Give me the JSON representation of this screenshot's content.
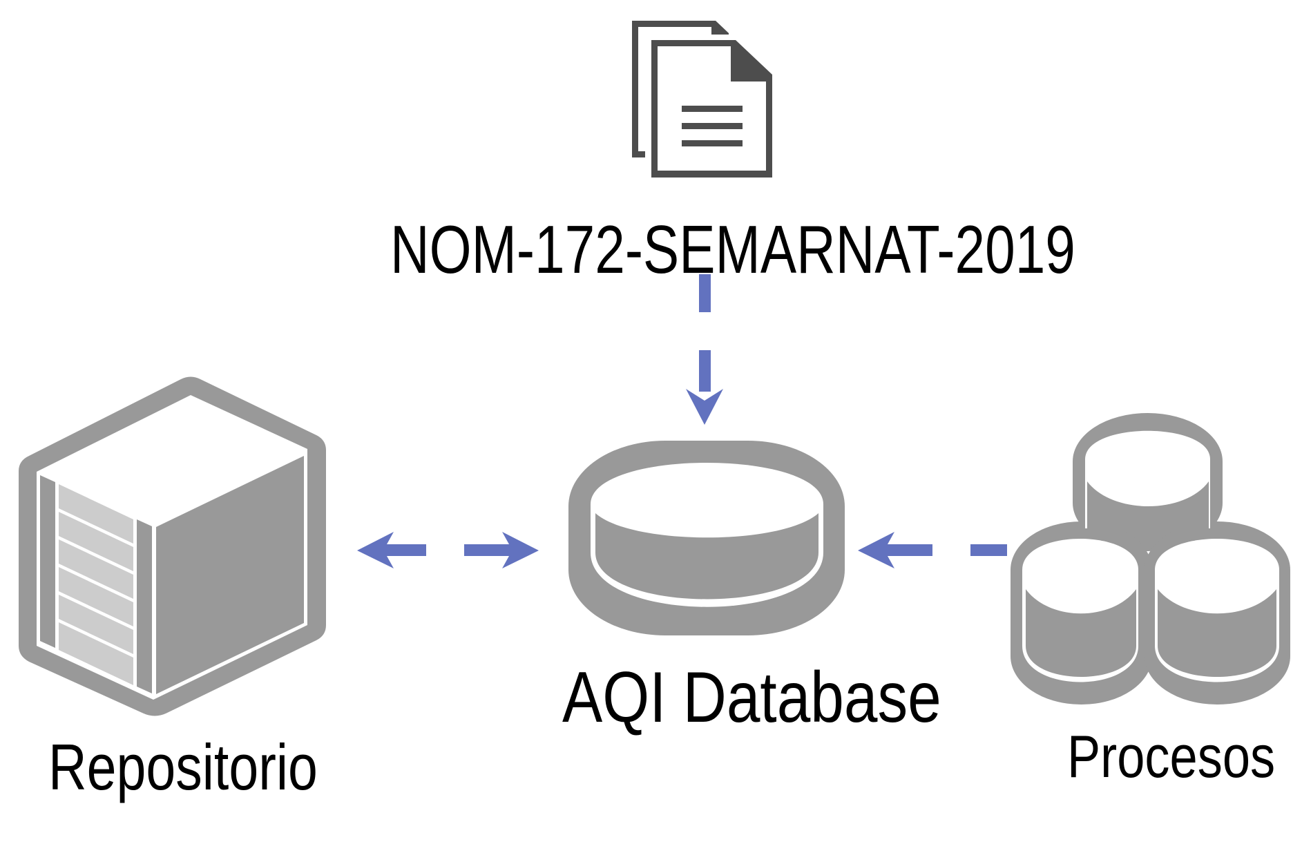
{
  "diagram": {
    "title": "NOM-172-SEMARNAT-2019",
    "nodes": [
      {
        "id": "standard",
        "label": "NOM-172-SEMARNAT-2019",
        "icon": "document-icon"
      },
      {
        "id": "database",
        "label": "AQI Database",
        "icon": "database-icon"
      },
      {
        "id": "repository",
        "label": "Repositorio",
        "icon": "server-icon"
      },
      {
        "id": "processes",
        "label": "Procesos",
        "icon": "multi-database-icon"
      }
    ],
    "edges": [
      {
        "from": "standard",
        "to": "database",
        "style": "dashed",
        "direction": "one-way"
      },
      {
        "from": "repository",
        "to": "database",
        "style": "dashed",
        "direction": "bidirectional"
      },
      {
        "from": "processes",
        "to": "database",
        "style": "dashed",
        "direction": "one-way"
      }
    ],
    "colors": {
      "arrow": "#6272bf",
      "icon_gray": "#999999",
      "icon_light": "#cccccc",
      "document_dark": "#4d4d4d",
      "text": "#000000"
    }
  }
}
